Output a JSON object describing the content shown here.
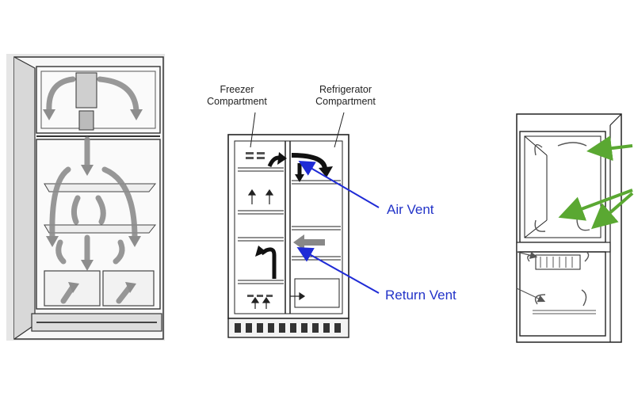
{
  "labels": {
    "freezer_line1": "Freezer",
    "freezer_line2": "Compartment",
    "refrigerator_line1": "Refrigerator",
    "refrigerator_line2": "Compartment",
    "air_vent": "Air Vent",
    "return_vent": "Return Vent"
  },
  "colors": {
    "vent_arrow": "#1f2bd6",
    "vent_text": "#2233c8",
    "green_pointer": "#5aa832",
    "line": "#222222",
    "airflow": "#9a9a9a"
  }
}
